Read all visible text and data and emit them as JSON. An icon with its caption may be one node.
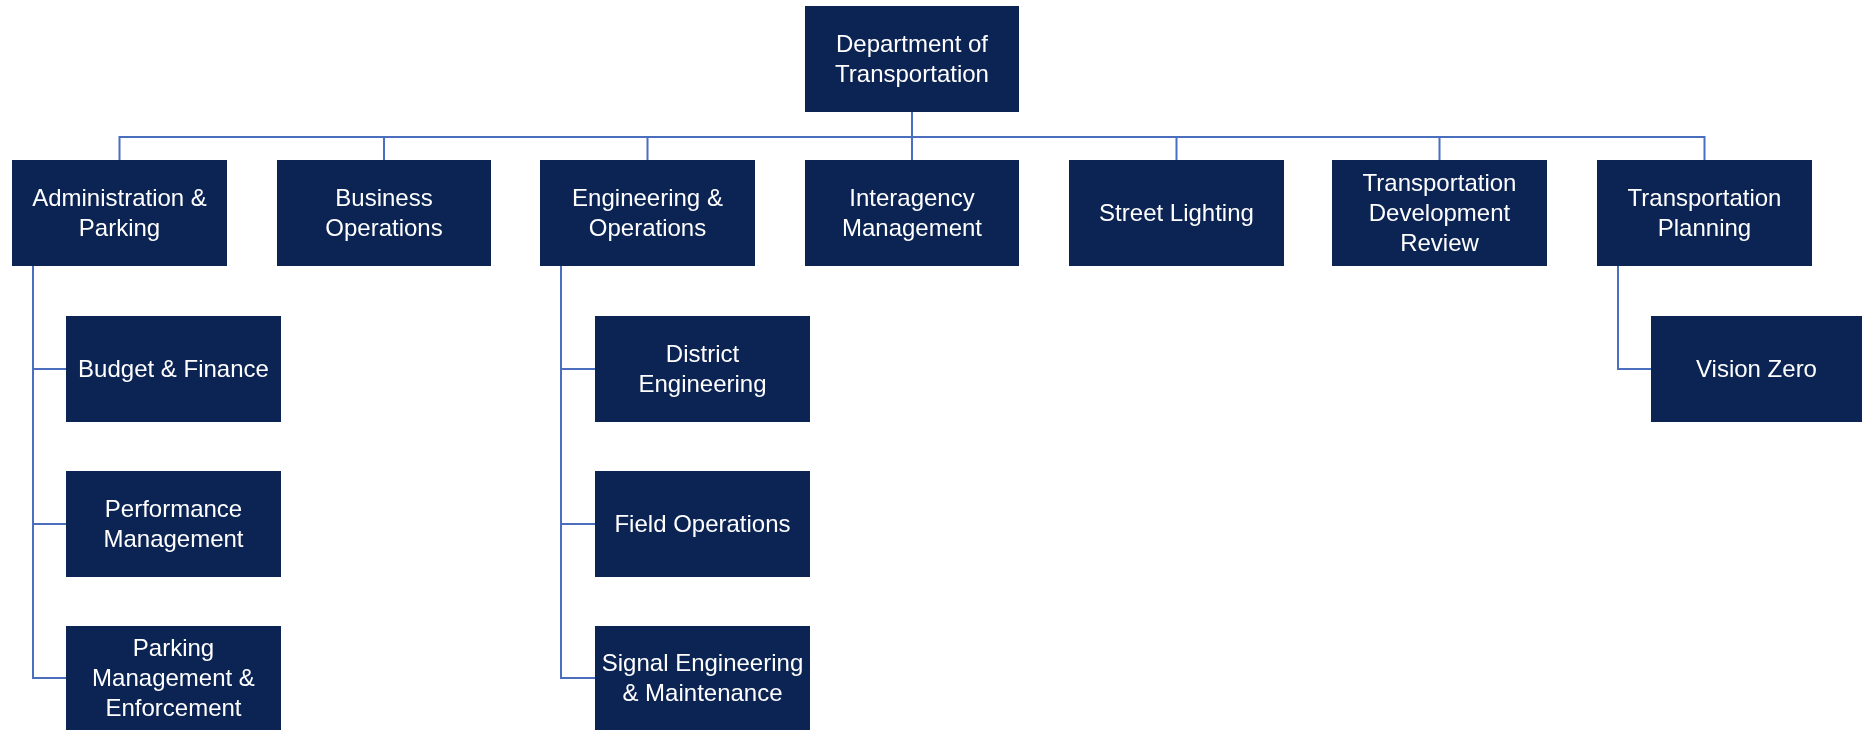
{
  "diagram": {
    "nodes": [
      {
        "text": [
          "Department of Transportation"
        ]
      },
      {
        "text": [
          "Administration & Parking"
        ]
      },
      {
        "text": [
          "Business Operations"
        ]
      },
      {
        "text": [
          "Engineering & Operations"
        ]
      },
      {
        "text": [
          "Interagency Management"
        ]
      },
      {
        "text": [
          "Street Lighting"
        ]
      },
      {
        "text": [
          "Transportation Development Review"
        ]
      },
      {
        "text": [
          "Transportation Planning"
        ]
      },
      {
        "text": [
          "Budget & Finance"
        ]
      },
      {
        "text": [
          "Performance Management"
        ]
      },
      {
        "text": [
          "Parking Management & Enforcement"
        ]
      },
      {
        "text": [
          "District Engineering"
        ]
      },
      {
        "text": [
          "Field Operations"
        ]
      },
      {
        "text": [
          "Signal Engineering & Maintenance"
        ]
      },
      {
        "text": [
          "Vision Zero"
        ]
      }
    ],
    "edges": [
      {
        "from": 0,
        "to": 1,
        "arrow": "none"
      },
      {
        "from": 0,
        "to": 2,
        "arrow": "none"
      },
      {
        "from": 0,
        "to": 3,
        "arrow": "none"
      },
      {
        "from": 0,
        "to": 4,
        "arrow": "none"
      },
      {
        "from": 0,
        "to": 5,
        "arrow": "none"
      },
      {
        "from": 0,
        "to": 6,
        "arrow": "none"
      },
      {
        "from": 0,
        "to": 7,
        "arrow": "none"
      },
      {
        "from": 1,
        "to": 8,
        "arrow": "none"
      },
      {
        "from": 1,
        "to": 9,
        "arrow": "none"
      },
      {
        "from": 1,
        "to": 10,
        "arrow": "none"
      },
      {
        "from": 3,
        "to": 11,
        "arrow": "none"
      },
      {
        "from": 3,
        "to": 12,
        "arrow": "none"
      },
      {
        "from": 3,
        "to": 13,
        "arrow": "none"
      },
      {
        "from": 7,
        "to": 14,
        "arrow": "none"
      }
    ]
  }
}
